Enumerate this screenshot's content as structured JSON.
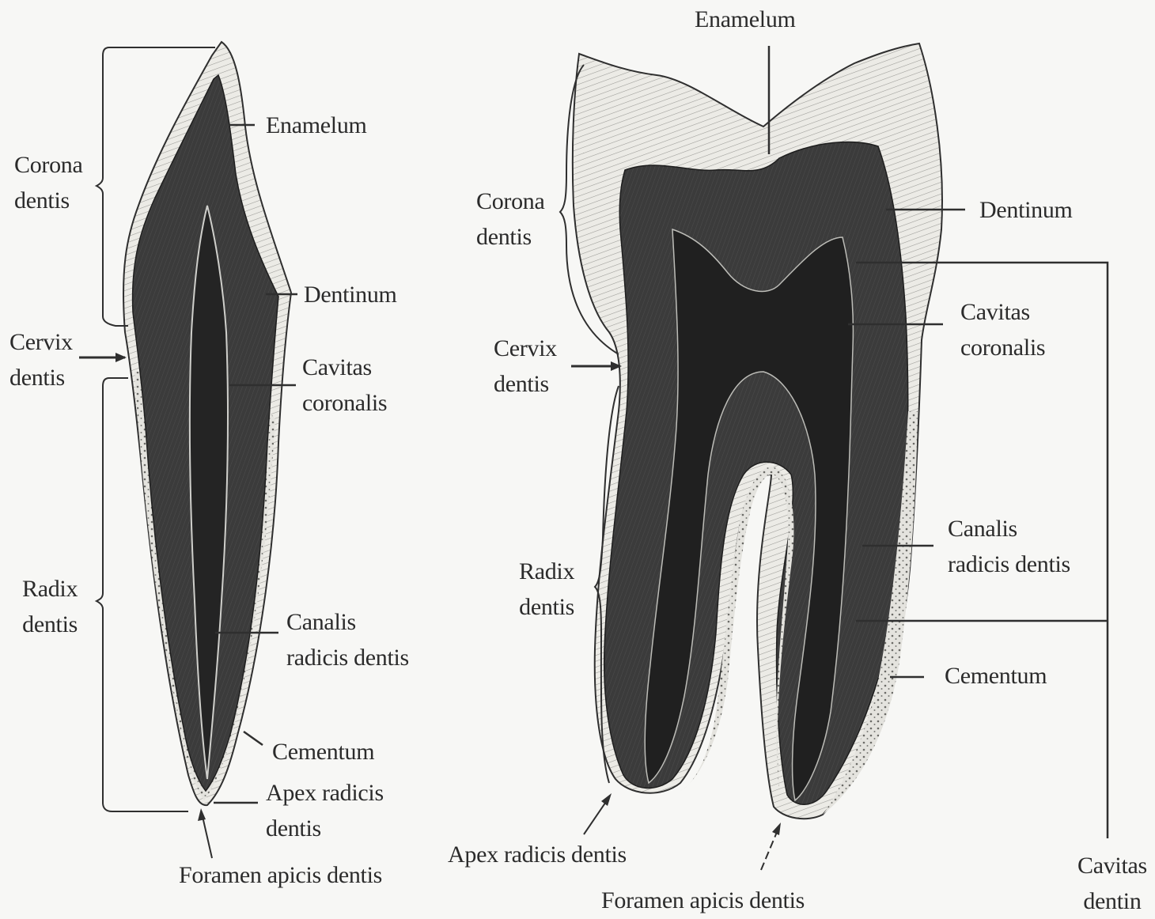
{
  "colors": {
    "background": "#f7f7f5",
    "enamel": "#ecebe6",
    "dentin": "#3a3a3a",
    "pulp": "#1f1f1f",
    "cementum": "#e6e5e0",
    "lines": "#2f2f2f"
  },
  "incisor": {
    "labels": {
      "corona": [
        "Corona",
        "dentis"
      ],
      "cervix": [
        "Cervix",
        "dentis"
      ],
      "radix": [
        "Radix",
        "dentis"
      ],
      "enamelum": "Enamelum",
      "dentinum": "Dentinum",
      "cavitas_coronalis": [
        "Cavitas",
        "coronalis"
      ],
      "canalis": [
        "Canalis",
        "radicis dentis"
      ],
      "cementum": "Cementum",
      "apex": [
        "Apex radicis",
        "dentis"
      ],
      "foramen": "Foramen apicis dentis"
    }
  },
  "molar": {
    "labels": {
      "enamelum": "Enamelum",
      "corona": [
        "Corona",
        "dentis"
      ],
      "dentinum": "Dentinum",
      "cervix": [
        "Cervix",
        "dentis"
      ],
      "cavitas_coronalis": [
        "Cavitas",
        "coronalis"
      ],
      "canalis": [
        "Canalis",
        "radicis dentis"
      ],
      "radix": [
        "Radix",
        "dentis"
      ],
      "cementum": "Cementum",
      "apex": "Apex radicis dentis",
      "foramen": "Foramen apicis dentis",
      "cavitas_dentin": [
        "Cavitas",
        "dentin"
      ]
    }
  }
}
